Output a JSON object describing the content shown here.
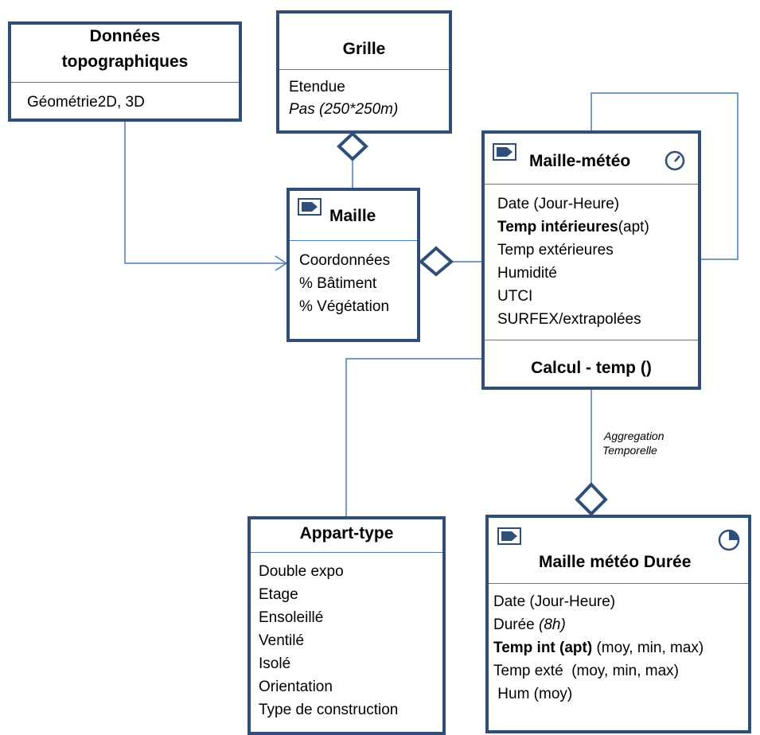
{
  "topo": {
    "title_line1": "Données",
    "title_line2": "topographiques",
    "attr1": "Géométrie2D, 3D"
  },
  "grille": {
    "title": "Grille",
    "attr1": "Etendue",
    "attr2": "Pas (250*250m)"
  },
  "maille": {
    "title": "Maille",
    "attrs": [
      "Coordonnées",
      "% Bâtiment",
      "% Végétation"
    ]
  },
  "maille_meteo": {
    "title": "Maille-météo",
    "attr_date": "Date (Jour-Heure)",
    "attr_temp_int_bold": "Temp intérieures",
    "attr_temp_int_rest": "(apt)",
    "attr_temp_ext": "Temp extérieures",
    "attr_hum": "Humidité",
    "attr_utci": "UTCI",
    "attr_surfex": "SURFEX/extrapolées",
    "method": "Calcul - temp ()"
  },
  "aggregation_label": {
    "line1": "Aggregation",
    "line2": "Temporelle"
  },
  "appart_type": {
    "title": "Appart-type",
    "attrs": [
      "Double expo",
      "Etage",
      "Ensoleillé",
      "Ventilé",
      "Isolé",
      "Orientation",
      "Type de construction"
    ]
  },
  "maille_duree": {
    "title": "Maille météo Durée",
    "attr_date": "Date (Jour-Heure)",
    "attr_duree_label": "Durée ",
    "attr_duree_value": "(8h)",
    "attr_temp_int_bold": "Temp int (apt)",
    "attr_temp_int_rest": " (moy, min, max)",
    "attr_temp_ext": "Temp exté  (moy, min, max)",
    "attr_hum": " Hum (moy)"
  },
  "colors": {
    "box_border": "#2f4f7a",
    "connector": "#4a7ab5"
  },
  "icons": [
    "class-stereotype-icon",
    "clock-icon",
    "pie-clock-icon",
    "aggregation-diamond-icon",
    "open-arrow-icon"
  ]
}
